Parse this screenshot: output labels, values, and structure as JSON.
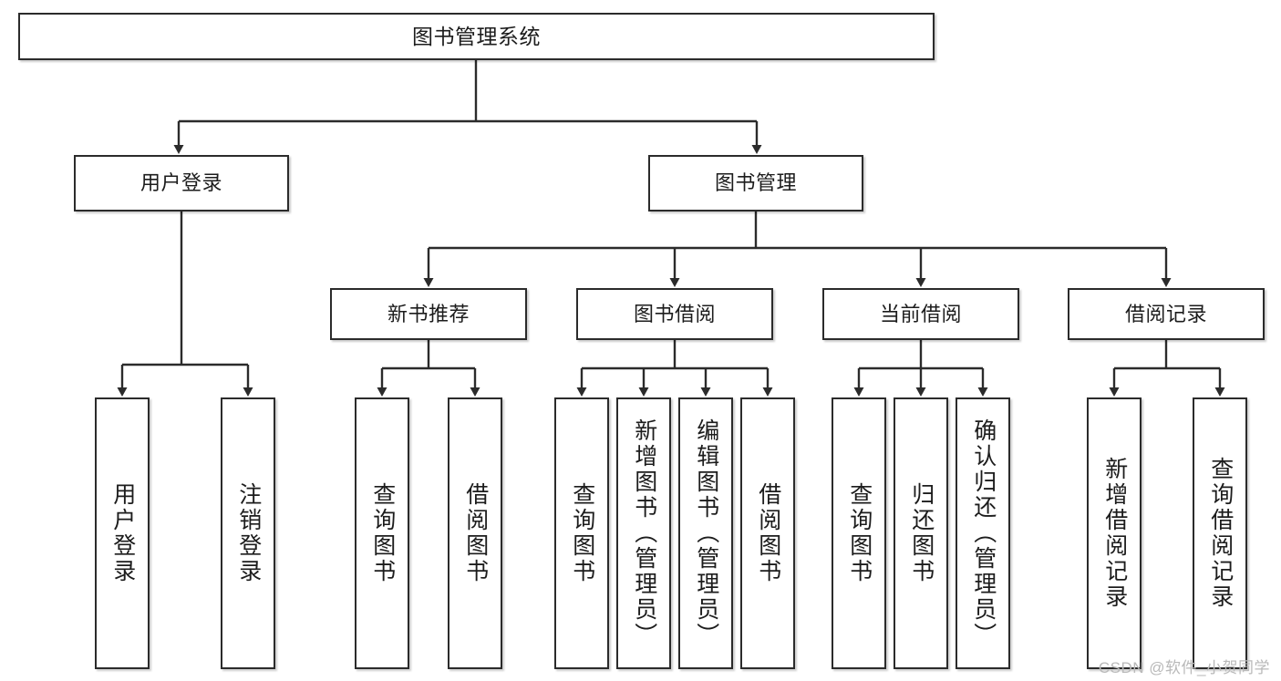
{
  "diagram": {
    "type": "tree-hierarchy",
    "title": "图书管理系统",
    "watermark": "CSDN @软件_小贺同学",
    "colors": {
      "box_border": "#2b2b2b",
      "box_fill": "#ffffff",
      "connector": "#2b2b2b",
      "watermark": "#b9b9b9",
      "background": "#ffffff"
    },
    "levels": [
      {
        "level": 1,
        "nodes": [
          {
            "id": "root",
            "label": "图书管理系统"
          }
        ]
      },
      {
        "level": 2,
        "nodes": [
          {
            "id": "login",
            "label": "用户登录",
            "parent": "root"
          },
          {
            "id": "bookmgmt",
            "label": "图书管理",
            "parent": "root"
          }
        ]
      },
      {
        "level": 3,
        "nodes": [
          {
            "id": "newbook",
            "label": "新书推荐",
            "parent": "bookmgmt"
          },
          {
            "id": "borrow",
            "label": "图书借阅",
            "parent": "bookmgmt"
          },
          {
            "id": "current",
            "label": "当前借阅",
            "parent": "bookmgmt"
          },
          {
            "id": "records",
            "label": "借阅记录",
            "parent": "bookmgmt"
          }
        ]
      },
      {
        "level": 4,
        "nodes": [
          {
            "id": "leaf1",
            "label": "用户登录",
            "parent": "login"
          },
          {
            "id": "leaf2",
            "label": "注销登录",
            "parent": "login"
          },
          {
            "id": "leaf3",
            "label": "查询图书",
            "parent": "newbook"
          },
          {
            "id": "leaf4",
            "label": "借阅图书",
            "parent": "newbook"
          },
          {
            "id": "leaf5",
            "label": "查询图书",
            "parent": "borrow"
          },
          {
            "id": "leaf6",
            "label": "新增图书（管理员）",
            "parent": "borrow"
          },
          {
            "id": "leaf7",
            "label": "编辑图书（管理员）",
            "parent": "borrow"
          },
          {
            "id": "leaf8",
            "label": "借阅图书",
            "parent": "borrow"
          },
          {
            "id": "leaf9",
            "label": "查询图书",
            "parent": "current"
          },
          {
            "id": "leaf10",
            "label": "归还图书",
            "parent": "current"
          },
          {
            "id": "leaf11",
            "label": "确认归还（管理员）",
            "parent": "current"
          },
          {
            "id": "leaf12",
            "label": "新增借阅记录",
            "parent": "records"
          },
          {
            "id": "leaf13",
            "label": "查询借阅记录",
            "parent": "records"
          }
        ]
      }
    ]
  }
}
